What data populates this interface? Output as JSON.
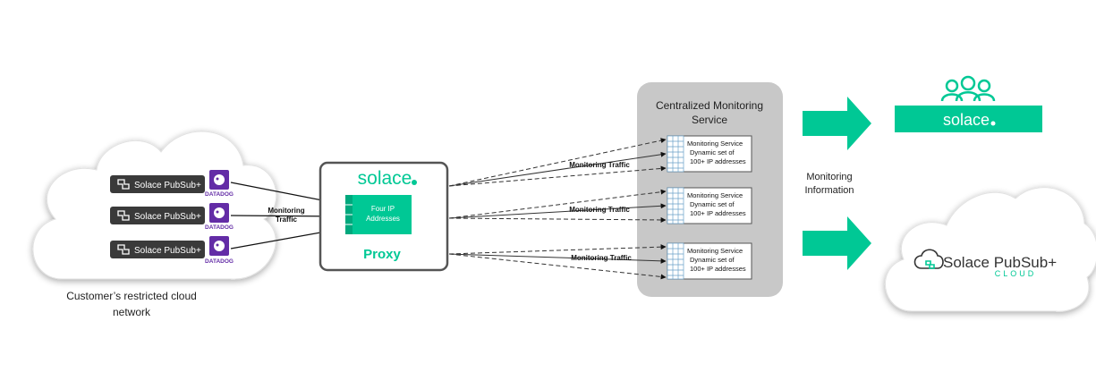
{
  "customer_cloud": {
    "caption_line1": "Customer’s restricted cloud",
    "caption_line2": "network",
    "brokers": [
      {
        "label": "Solace PubSub+",
        "agent": "DATADOG"
      },
      {
        "label": "Solace PubSub+",
        "agent": "DATADOG"
      },
      {
        "label": "Solace PubSub+",
        "agent": "DATADOG"
      }
    ],
    "traffic_label_line1": "Monitoring",
    "traffic_label_line2": "Traffic"
  },
  "proxy": {
    "logo": "solace",
    "addresses_line1": "Four IP",
    "addresses_line2": "Addresses",
    "label": "Proxy"
  },
  "monitoring_service": {
    "title_line1": "Centralized Monitoring",
    "title_line2": "Service",
    "traffic_label": "Monitoring Traffic",
    "nodes": [
      {
        "line1": "Monitoring Service",
        "line2": "Dynamic set of",
        "line3": "100+ IP addresses"
      },
      {
        "line1": "Monitoring Service",
        "line2": "Dynamic set of",
        "line3": "100+ IP addresses"
      },
      {
        "line1": "Monitoring Service",
        "line2": "Dynamic set of",
        "line3": "100+ IP addresses"
      }
    ]
  },
  "outputs": {
    "info_line1": "Monitoring",
    "info_line2": "Information",
    "solace_banner": "solace",
    "pubsub_cloud_title": "Solace PubSub+",
    "pubsub_cloud_sub": "CLOUD"
  },
  "colors": {
    "solace_green": "#00c895",
    "proxy_border": "#555555",
    "service_bg": "#c8c8c8",
    "cloud_fill": "#ffffff",
    "broker_bg": "#3a3a3a",
    "datadog_purple": "#632ca6"
  }
}
